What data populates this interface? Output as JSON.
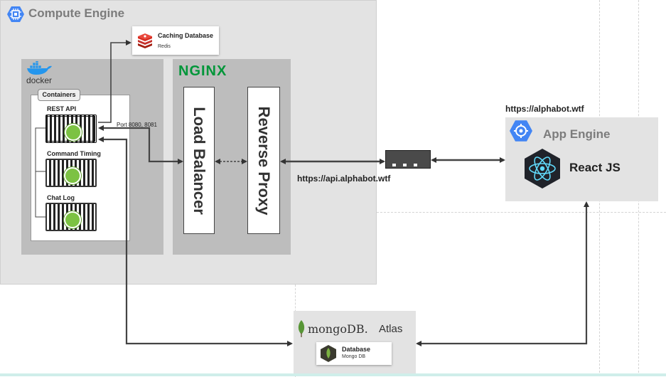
{
  "compute_engine": {
    "title": "Compute Engine",
    "icon": "chip-icon"
  },
  "caching_db": {
    "title": "Caching Database",
    "subtitle": "Redis",
    "icon": "redis-icon"
  },
  "docker": {
    "logo_text": "docker",
    "containers_label": "Containers"
  },
  "containers": [
    {
      "label": "REST API"
    },
    {
      "label": "Command Timing"
    },
    {
      "label": "Chat Log"
    }
  ],
  "port_label": "Port 8080, 8081",
  "nginx": {
    "logo_text": "NGINX",
    "load_balancer": "Load Balancer",
    "reverse_proxy": "Reverse Proxy"
  },
  "api_url": "https://api.alphabot.wtf",
  "app_url": "https://alphabot.wtf",
  "app_engine": {
    "title": "App Engine",
    "framework": "React JS",
    "icon": "app-engine-icon"
  },
  "mongodb": {
    "brand": "mongoDB.",
    "suffix": "Atlas",
    "db_title": "Database",
    "db_subtitle": "Mongo DB"
  },
  "colors": {
    "gcp_blue": "#4285f4",
    "nginx_green": "#009639",
    "redis_red": "#d82c20",
    "mongo_green": "#589636",
    "react_cyan": "#61dafb"
  }
}
